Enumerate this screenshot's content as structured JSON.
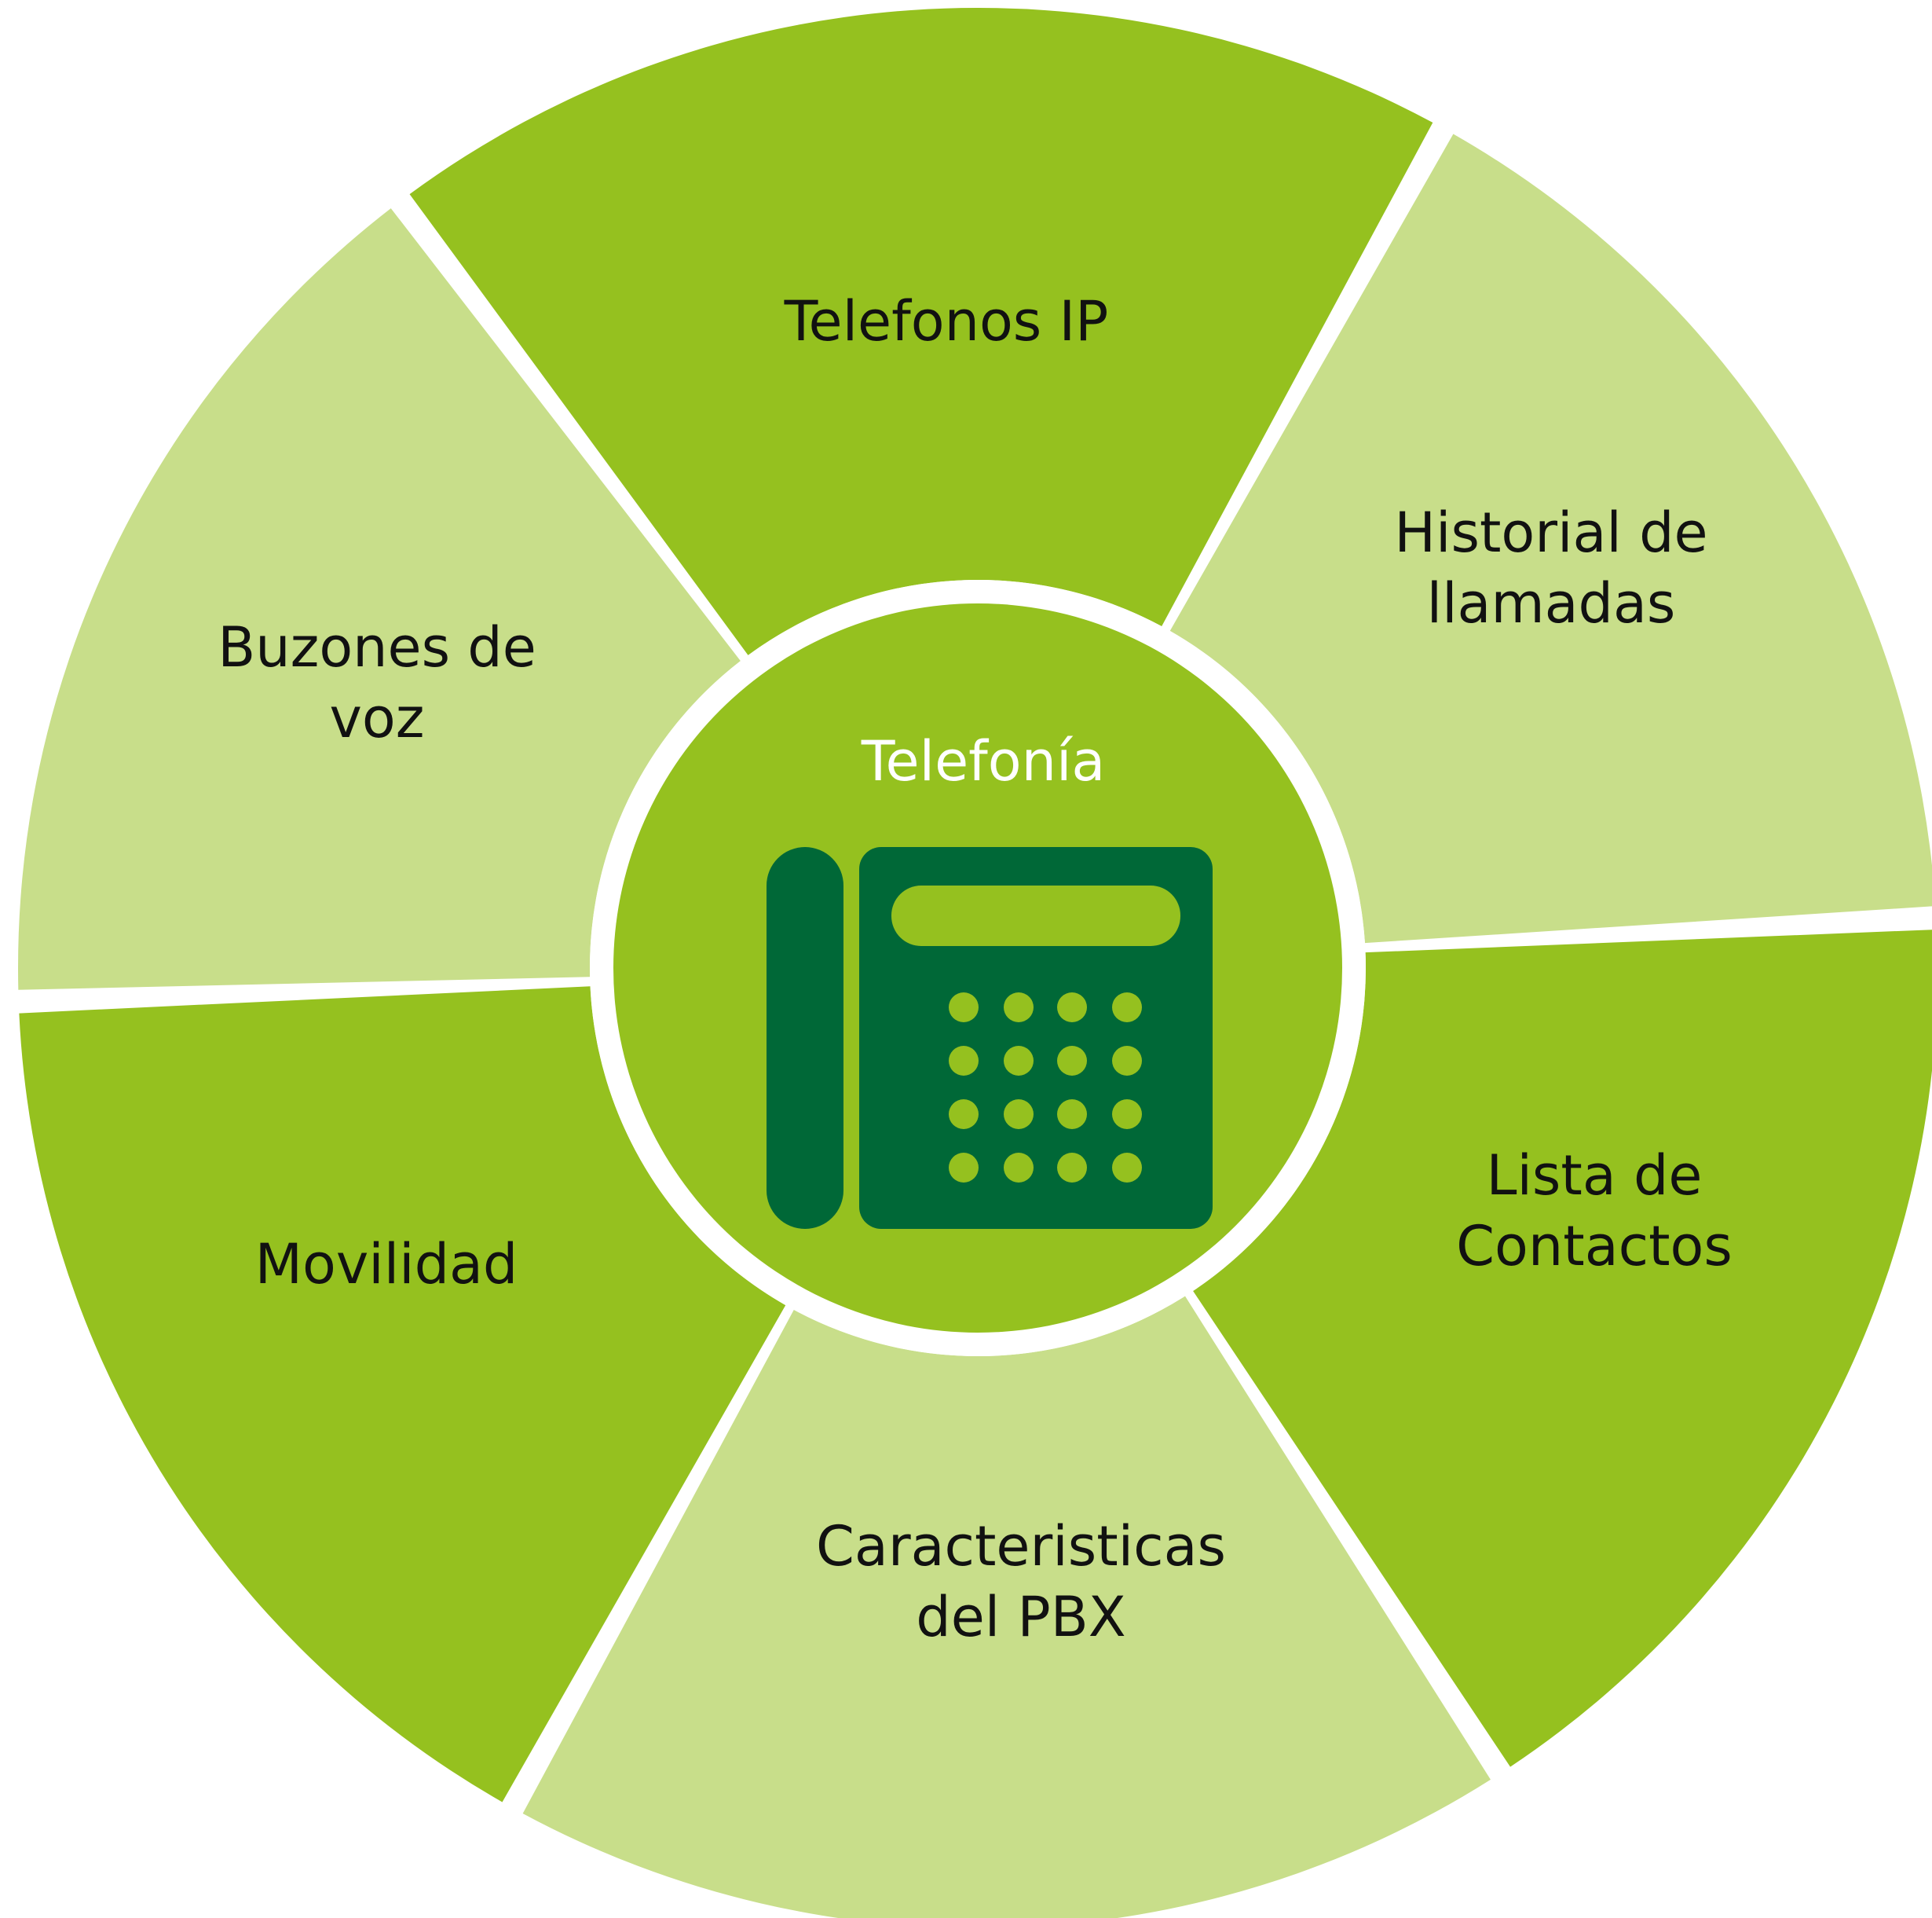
{
  "center": {
    "title": "Telefonía",
    "icon": "desk-phone-icon",
    "fill": "#95C11F",
    "icon_color": "#006837"
  },
  "colors": {
    "dark_segment": "#95C11F",
    "light_segment": "#C8DE8A",
    "divider": "#FFFFFF"
  },
  "segments": [
    {
      "name": "segment-telefonos-ip",
      "lines": [
        "Telefonos IP"
      ],
      "shade": "dark"
    },
    {
      "name": "segment-historial-llamadas",
      "lines": [
        "Historial de",
        "llamadas"
      ],
      "shade": "light"
    },
    {
      "name": "segment-lista-contactos",
      "lines": [
        "Lista de",
        "Contactos"
      ],
      "shade": "dark"
    },
    {
      "name": "segment-caracteristicas-pbx",
      "lines": [
        "Caracteristicas",
        "del PBX"
      ],
      "shade": "light"
    },
    {
      "name": "segment-movilidad",
      "lines": [
        "Movilidad"
      ],
      "shade": "dark"
    },
    {
      "name": "segment-buzones-voz",
      "lines": [
        "Buzones de",
        "voz"
      ],
      "shade": "light"
    }
  ]
}
